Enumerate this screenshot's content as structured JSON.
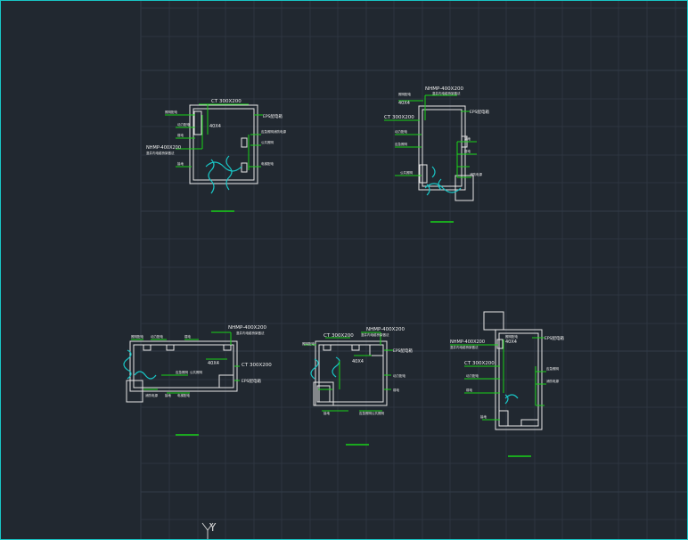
{
  "axis_label": "Y",
  "colors": {
    "background": "#212830",
    "frame": "#19c6c6",
    "wall": "#e6e6e6",
    "leader": "#19d219",
    "break": "#19c6c6",
    "grid": "#2d3540"
  },
  "plans": {
    "p1": {
      "ct": "CT 300X200",
      "eps": "EPS配电箱",
      "nhmp": "NHMP-400X200",
      "size": "40X4",
      "note": "竖井内电缆桥架做法",
      "a": "照明配电",
      "b": "动力配电",
      "c": "弱电",
      "d": "接地",
      "e": "应急照明",
      "f": "消防电源",
      "g": "公共照明",
      "h": "电梯配电"
    },
    "p2": {
      "nhmp": "NHMP-400X200",
      "size": "40X4",
      "ct": "CT 300X200",
      "eps": "EPS配电箱",
      "note": "竖井内电缆桥架做法",
      "a": "照明配电",
      "b": "动力配电",
      "c": "应急照明",
      "d": "公共照明",
      "e": "接地",
      "f": "弱电",
      "g": "消防电源"
    },
    "p3": {
      "nhmp": "NHMP-400X200",
      "size": "40X4",
      "ct": "CT 300X200",
      "eps": "EPS配电箱",
      "note": "竖井内电缆桥架做法",
      "a": "照明配电",
      "b": "动力配电",
      "c": "弱电",
      "d": "应急照明",
      "e": "公共照明",
      "f": "消防电源",
      "g": "接地",
      "h": "电梯配电"
    },
    "p4": {
      "ct": "CT 300X200",
      "nhmp": "NHMP-400X200",
      "size": "40X4",
      "eps": "EPS配电箱",
      "note": "竖井内电缆桥架做法",
      "a": "照明配电",
      "b": "动力配电",
      "c": "弱电",
      "d": "接地",
      "e": "应急照明",
      "f": "公共照明"
    },
    "p5": {
      "nhmp": "NHMP-400X200",
      "size": "40X4",
      "ct": "CT 300X200",
      "eps": "EPS配电箱",
      "note": "竖井内电缆桥架做法",
      "a": "照明配电",
      "b": "动力配电",
      "c": "弱电",
      "d": "接地",
      "e": "应急照明",
      "f": "消防电源"
    }
  }
}
